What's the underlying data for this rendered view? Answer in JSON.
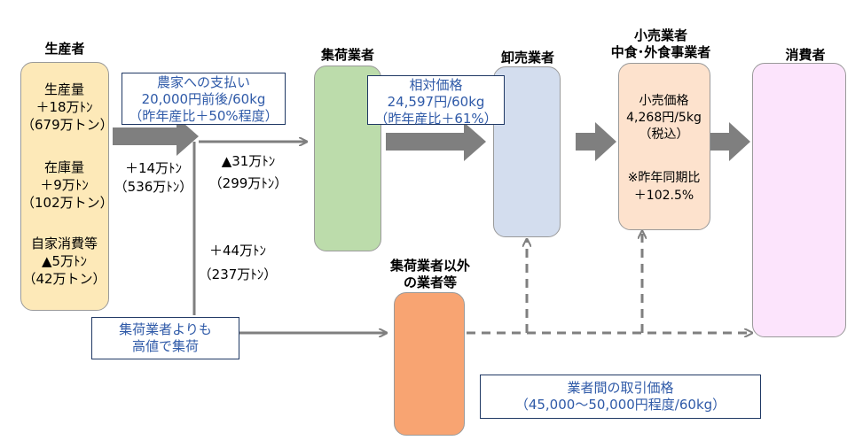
{
  "headers": {
    "producer": "生産者",
    "collector": "集荷業者",
    "wholesaler": "卸売業者",
    "retailer_line1": "小売業者",
    "retailer_line2": "中食･外食事業者",
    "consumer": "消費者",
    "other_line1": "集荷業者以外",
    "other_line2": "の業者等"
  },
  "producer_box": {
    "production": [
      "生産量",
      "＋18万ﾄﾝ",
      "（679万トン）"
    ],
    "inventory": [
      "在庫量",
      "＋9万ﾄﾝ",
      "（102万トン）"
    ],
    "self_consumption": [
      "自家消費等",
      "▲5万ﾄﾝ",
      "（42万トン）"
    ]
  },
  "flows": {
    "to_market": [
      "＋14万ﾄﾝ",
      "（536万ﾄﾝ）"
    ],
    "to_collector": [
      "▲31万ﾄﾝ",
      "（299万ﾄﾝ）"
    ],
    "to_other": [
      "＋44万ﾄﾝ",
      "（237万ﾄﾝ）"
    ]
  },
  "notes": {
    "farmer_payment": [
      "農家への支払い",
      "20,000円前後/60kg",
      "（昨年産比＋50%程度）"
    ],
    "relative_price": [
      "相対価格",
      "24,597円/60kg",
      "（昨年産比＋61%）"
    ],
    "higher_price": [
      "集荷業者よりも",
      "高値で集荷"
    ],
    "interdealer_price": [
      "業者間の取引価格",
      "（45,000～50,000円程度/60kg）"
    ]
  },
  "retail_box": {
    "price": [
      "小売価格",
      "4,268円/5kg",
      "（税込）"
    ],
    "yoy": [
      "※昨年同期比",
      "＋102.5%"
    ]
  },
  "colors": {
    "producer": "#fde9b8",
    "collector": "#bcdcab",
    "wholesaler": "#d3ddee",
    "retailer": "#fde2cd",
    "consumer": "#fce4fc",
    "other": "#f8a472",
    "arrow": "#7f7f7f",
    "note_text": "#2f5aa8",
    "note_border": "#1f3864"
  }
}
